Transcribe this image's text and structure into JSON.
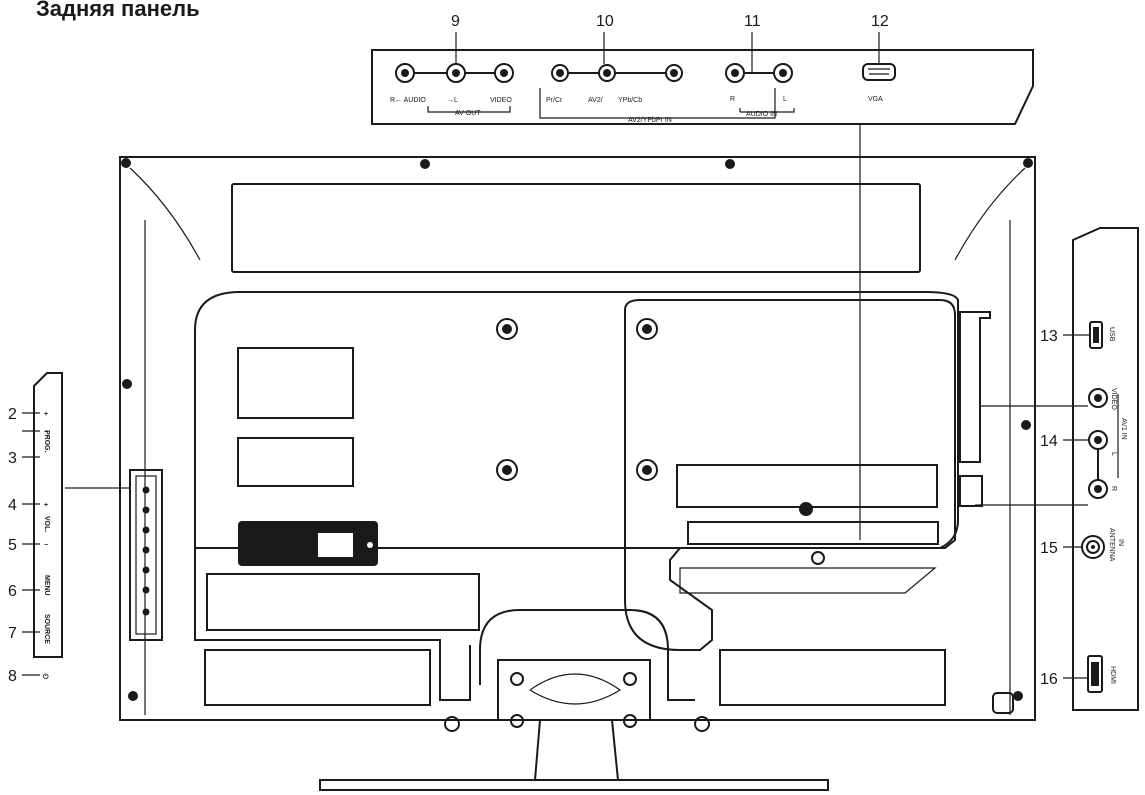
{
  "title": "Задняя панель",
  "callouts": {
    "n2": "2",
    "n3": "3",
    "n4": "4",
    "n5": "5",
    "n6": "6",
    "n7": "7",
    "n8": "8",
    "n9": "9",
    "n10": "10",
    "n11": "11",
    "n12": "12",
    "n13": "13",
    "n14": "14",
    "n15": "15",
    "n16": "16"
  },
  "top_panel": {
    "r_audio": "R← AUDIO",
    "l_label": "→L",
    "video": "VIDEO",
    "av_out": "AV OUT",
    "pr_label": "Pr/Cr",
    "av2_label": "AV2/",
    "ypb_label": "YPb/Cb",
    "r_label": "R",
    "l2_label": "L",
    "audio_in": "AUDIO IN",
    "av2_in": "AV2/YPbPr IN",
    "vga": "VGA"
  },
  "side_panel": {
    "usb": "USB",
    "video": "VIDEO",
    "av_in": "AV1 IN",
    "l_label": "L",
    "r_label": "R",
    "antenna": "ANTENNA",
    "antenna_in": "IN",
    "hdmi": "HDMI"
  },
  "buttons": {
    "plus1": "+",
    "prog": "PROG.",
    "minus1": "−",
    "plus2": "+",
    "vol": "VOL.",
    "minus2": "−",
    "menu": "MENU",
    "source": "SOURCE",
    "power": "⏻"
  },
  "colors": {
    "line": "#1a1a1a",
    "background": "#ffffff"
  }
}
